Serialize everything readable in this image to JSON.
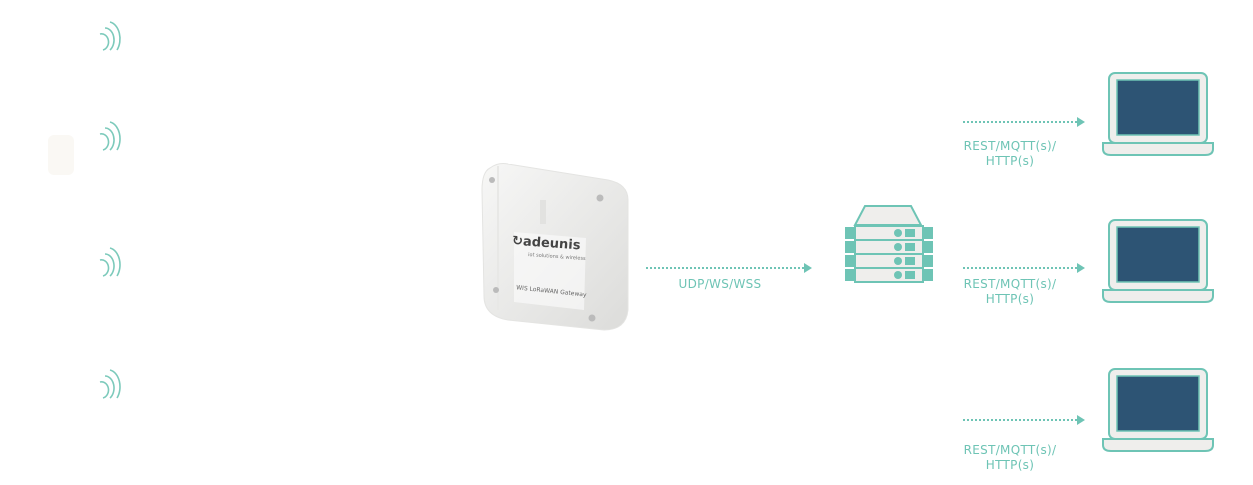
{
  "diagram": {
    "sensors": [
      {
        "icon": "wireless-signal-icon"
      },
      {
        "icon": "wireless-signal-icon"
      },
      {
        "icon": "wireless-signal-icon"
      },
      {
        "icon": "wireless-signal-icon"
      }
    ],
    "gateway": {
      "brand": "adeunis",
      "tagline": "iot solutions & wireless",
      "model": "WIS LoRaWAN Gateway"
    },
    "gateway_link": {
      "label": "UDP/WS/WSS"
    },
    "server": {
      "icon": "server-rack-icon"
    },
    "app_links": [
      {
        "line1": "REST/MQTT(s)/",
        "line2": "HTTP(s)"
      },
      {
        "line1": "REST/MQTT(s)/",
        "line2": "HTTP(s)"
      },
      {
        "line1": "REST/MQTT(s)/",
        "line2": "HTTP(s)"
      }
    ],
    "colors": {
      "accent": "#6ec4b5",
      "screen": "#2d5474",
      "device_body": "#efeeec"
    }
  }
}
